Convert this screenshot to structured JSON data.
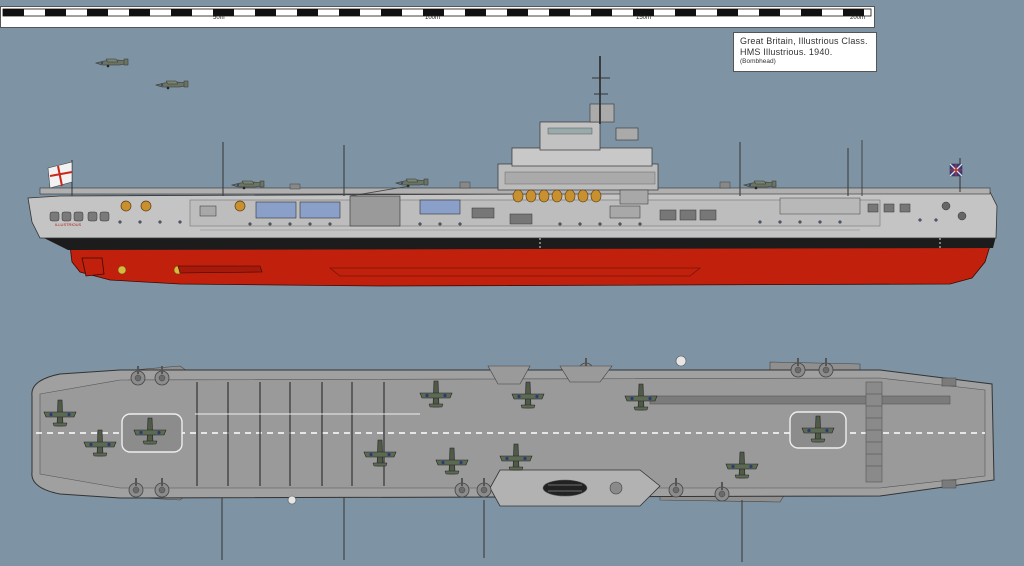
{
  "scale_bar": {
    "ticks": [
      "50m",
      "100m",
      "150m",
      "200m"
    ]
  },
  "info_box": {
    "line1": "Great Britain, Illustrious Class.",
    "line2": "HMS Illustrious. 1940.",
    "line3": "(Bombhead)"
  },
  "ship": {
    "hull_name": "ILLUSTRIOUS"
  },
  "colors": {
    "sea_background": "#7e93a3",
    "hull_grey": "#c4c4c4",
    "deck_grey": "#9a9a9a",
    "antifouling_red": "#c0200c",
    "boot_top_black": "#1c1c1c"
  }
}
